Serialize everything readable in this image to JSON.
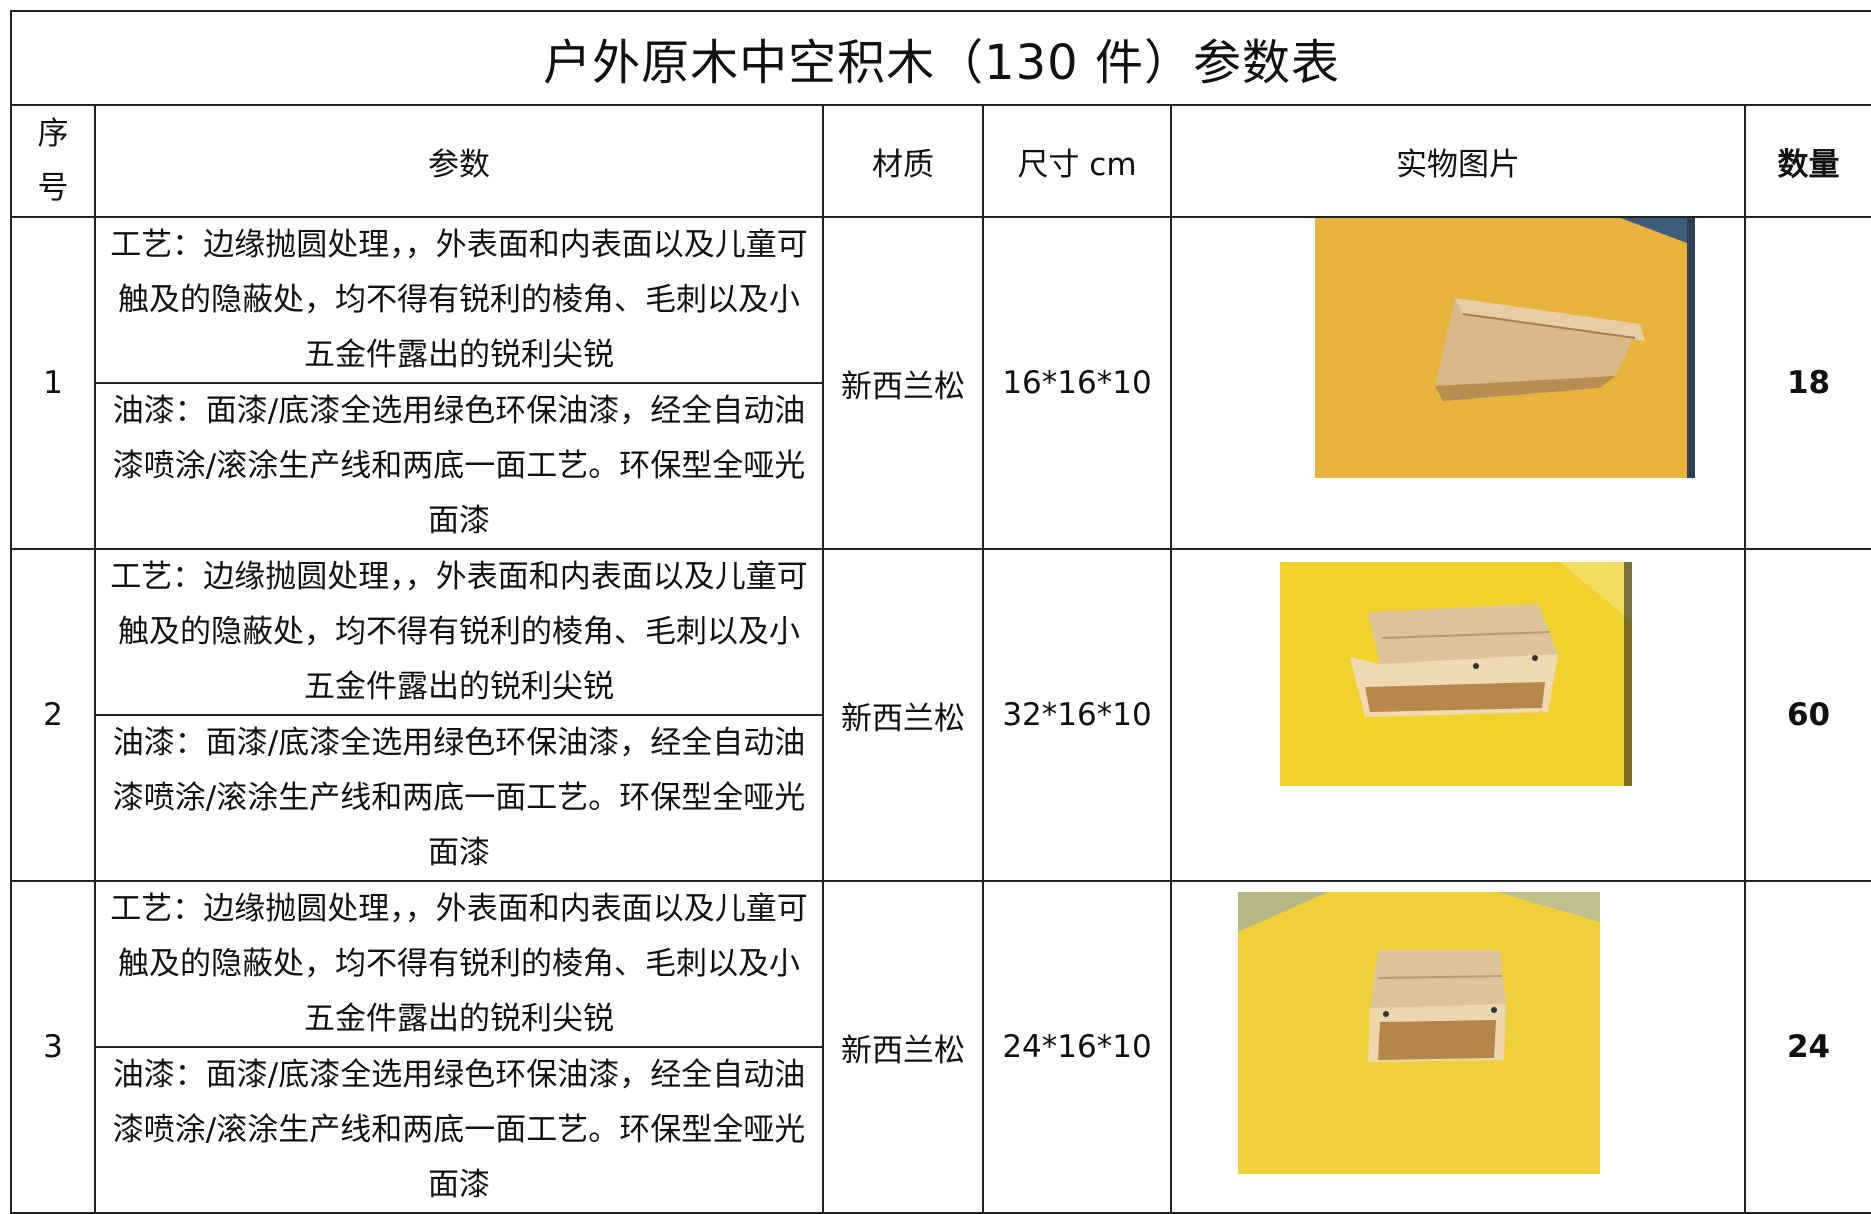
{
  "title": "户外原木中空积木（130 件）参数表",
  "headers": {
    "seq": "序号",
    "params": "参数",
    "material": "材质",
    "size": "尺寸 cm",
    "photo": "实物图片",
    "quantity": "数量"
  },
  "rows": [
    {
      "seq": "1",
      "craft": "工艺：边缘抛圆处理，，外表面和内表面以及儿童可触及的隐蔽处，均不得有锐利的棱角、毛刺以及小五金件露出的锐利尖锐",
      "paint": "油漆：面漆/底漆全选用绿色环保油漆，经全自动油漆喷涂/滚涂生产线和两底一面工艺。环保型全哑光面漆",
      "material": "新西兰松",
      "size": "16*16*10",
      "quantity": "18"
    },
    {
      "seq": "2",
      "craft": "工艺：边缘抛圆处理，，外表面和内表面以及儿童可触及的隐蔽处，均不得有锐利的棱角、毛刺以及小五金件露出的锐利尖锐",
      "paint": "油漆：面漆/底漆全选用绿色环保油漆，经全自动油漆喷涂/滚涂生产线和两底一面工艺。环保型全哑光面漆",
      "material": "新西兰松",
      "size": "32*16*10",
      "quantity": "60"
    },
    {
      "seq": "3",
      "craft": "工艺：边缘抛圆处理，，外表面和内表面以及儿童可触及的隐蔽处，均不得有锐利的棱角、毛刺以及小五金件露出的锐利尖锐",
      "paint": "油漆：面漆/底漆全选用绿色环保油漆，经全自动油漆喷涂/滚涂生产线和两底一面工艺。环保型全哑光面漆",
      "material": "新西兰松",
      "size": "24*16*10",
      "quantity": "24"
    }
  ]
}
